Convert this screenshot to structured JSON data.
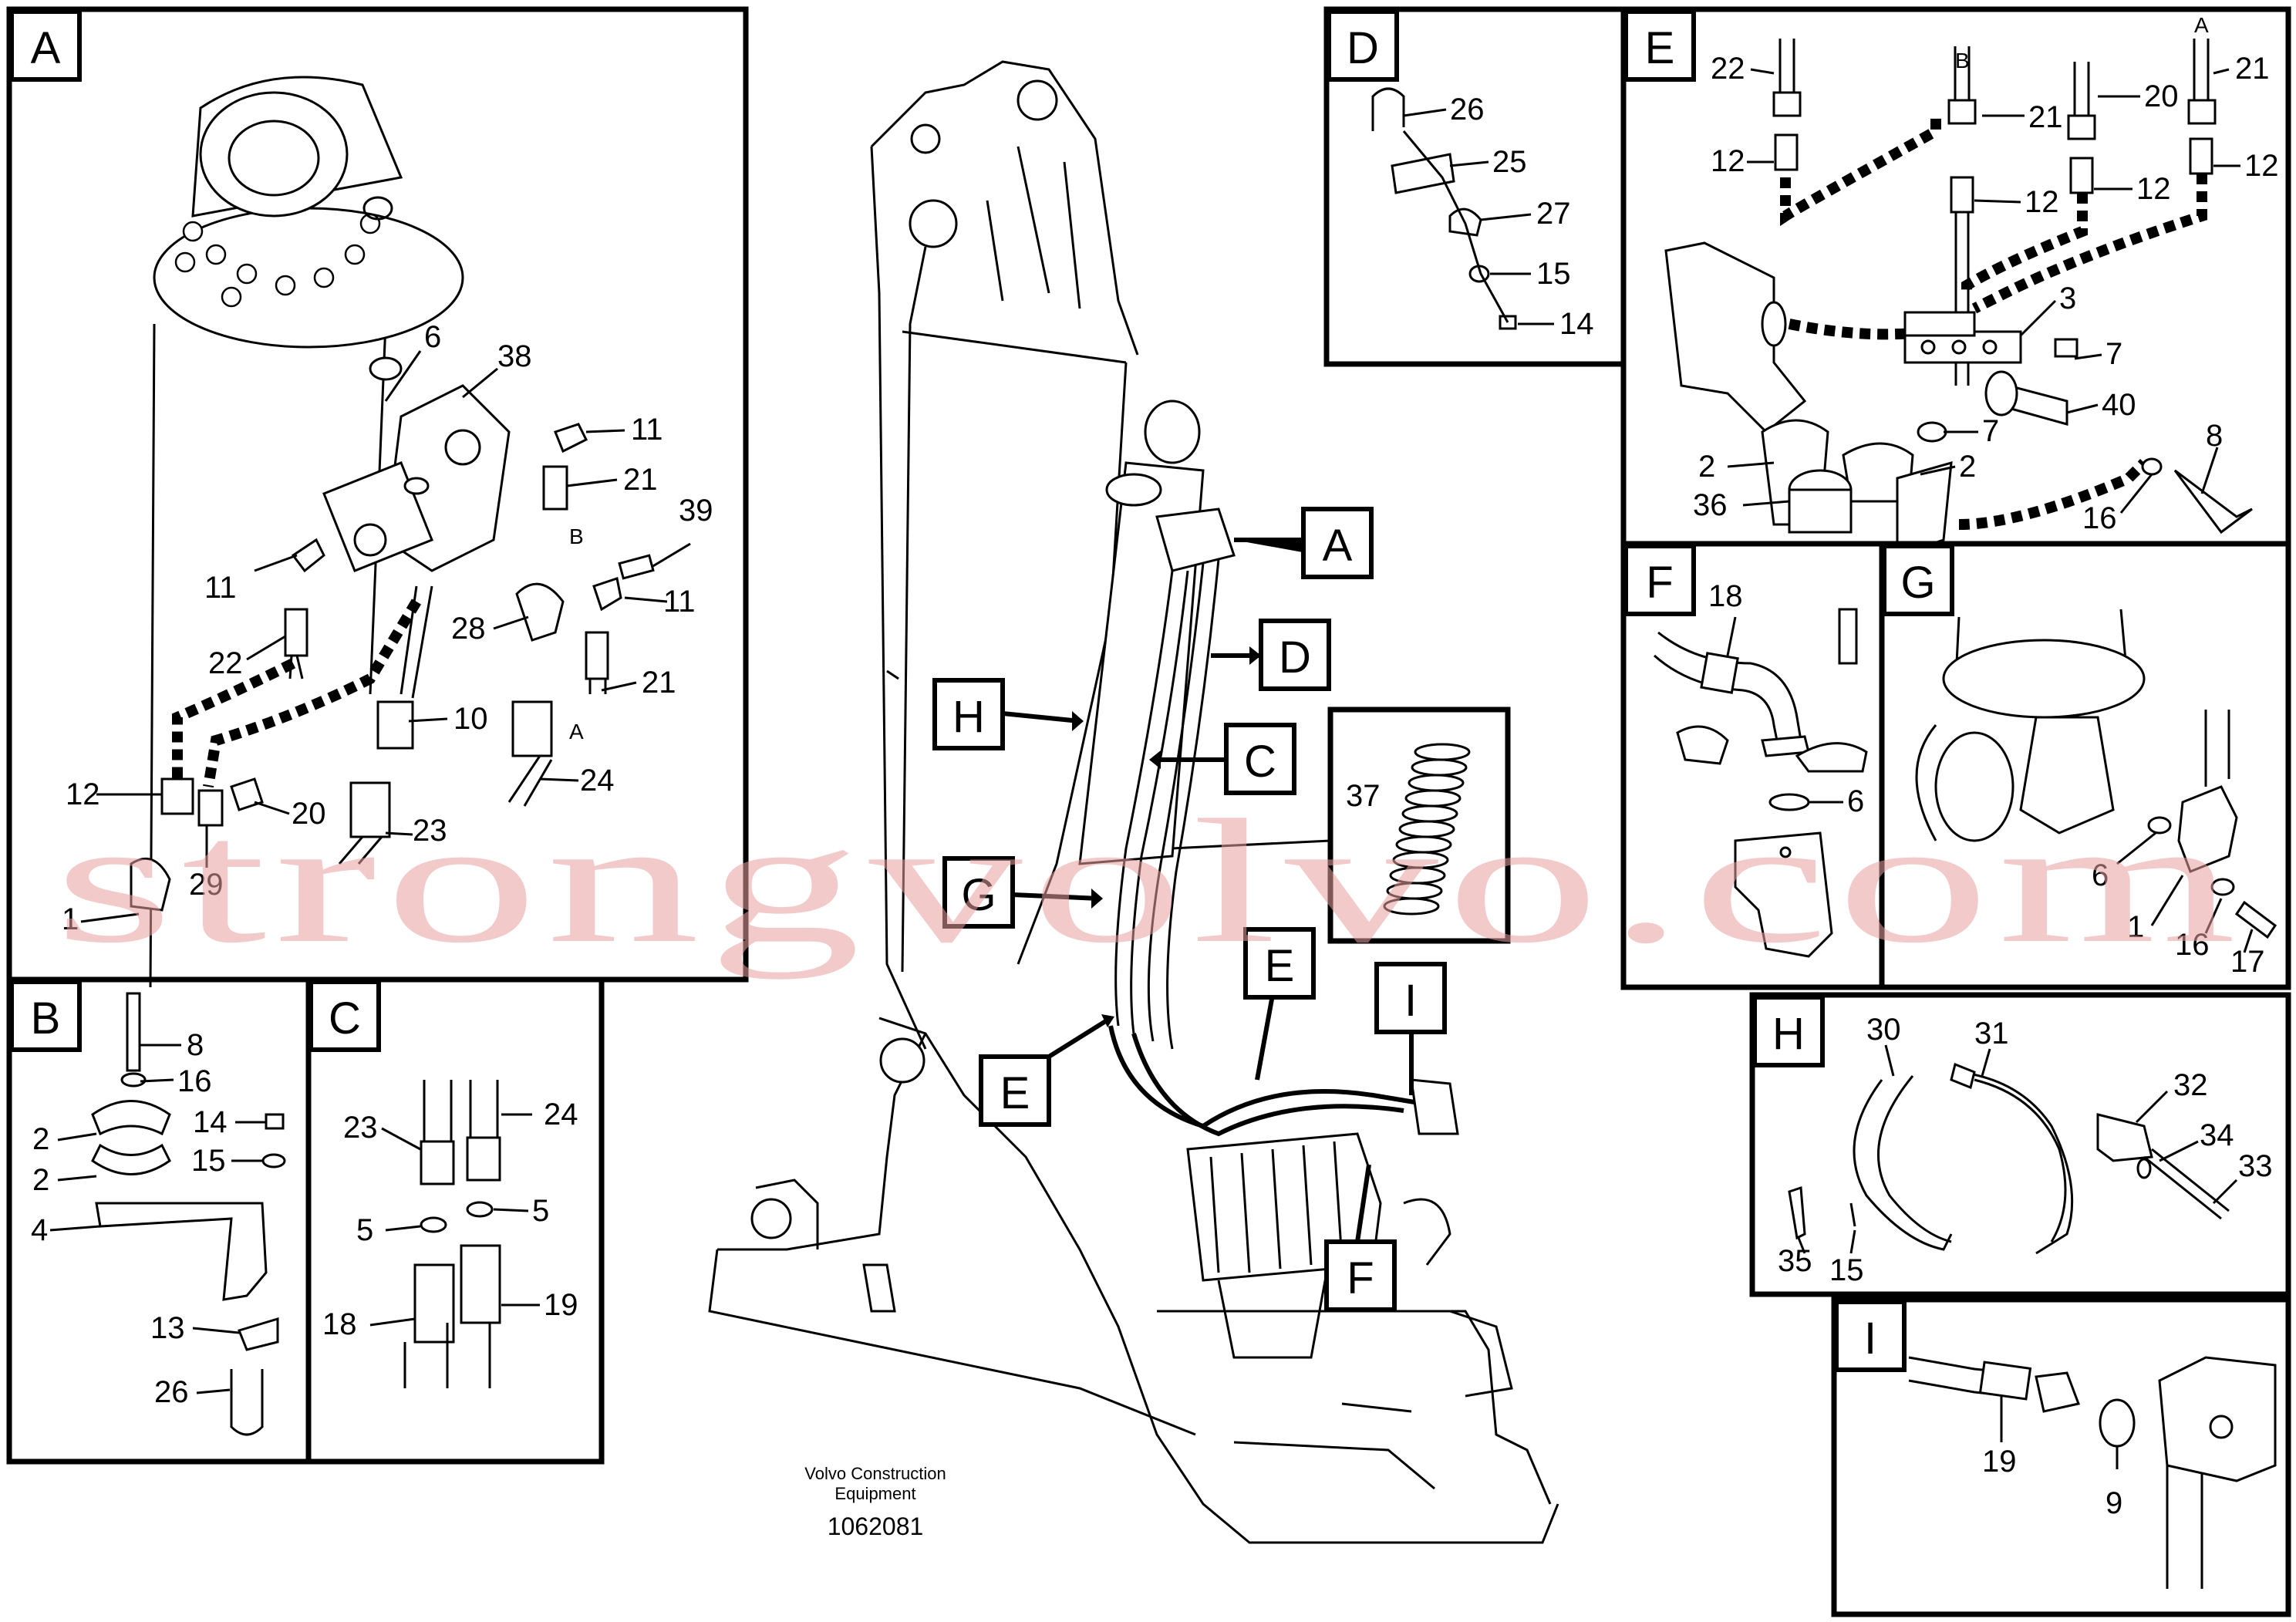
{
  "caption": {
    "company": "Volvo Construction",
    "company2": "Equipment",
    "drawing_number": "1062081"
  },
  "watermark": "strongvolvo.com",
  "panels": {
    "A": {
      "letter": "A",
      "labels": [
        "6",
        "38",
        "11",
        "21",
        "39",
        "B",
        "11",
        "11",
        "22",
        "28",
        "10",
        "21",
        "A",
        "24",
        "12",
        "29",
        "20",
        "23",
        "1"
      ]
    },
    "B": {
      "letter": "B",
      "labels": [
        "8",
        "16",
        "2",
        "14",
        "2",
        "15",
        "4",
        "13",
        "26"
      ]
    },
    "C": {
      "letter": "C",
      "labels": [
        "23",
        "24",
        "5",
        "5",
        "18",
        "19"
      ]
    },
    "D": {
      "letter": "D",
      "labels": [
        "26",
        "25",
        "27",
        "15",
        "14"
      ]
    },
    "E": {
      "letter": "E",
      "labels": [
        "22",
        "B",
        "21",
        "20",
        "A",
        "21",
        "12",
        "12",
        "12",
        "12",
        "3",
        "7",
        "40",
        "7",
        "8",
        "2",
        "2",
        "36",
        "16"
      ]
    },
    "F": {
      "letter": "F",
      "labels": [
        "18",
        "6"
      ]
    },
    "G": {
      "letter": "G",
      "labels": [
        "6",
        "1",
        "16",
        "17"
      ]
    },
    "H": {
      "letter": "H",
      "labels": [
        "30",
        "31",
        "32",
        "34",
        "33",
        "35",
        "15"
      ]
    },
    "I": {
      "letter": "I",
      "labels": [
        "19",
        "9"
      ]
    },
    "detail37": {
      "labels": [
        "37"
      ]
    }
  },
  "callouts": [
    "A",
    "D",
    "H",
    "C",
    "G",
    "E",
    "E",
    "I",
    "F"
  ]
}
